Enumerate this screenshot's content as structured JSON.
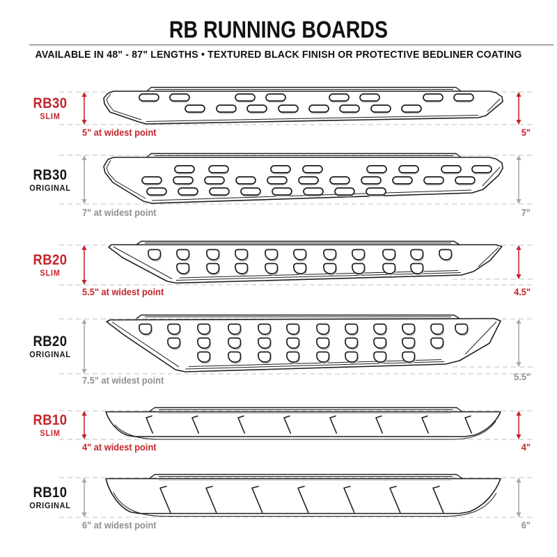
{
  "header": {
    "title": "RB RUNNING BOARDS",
    "subtitle": "AVAILABLE IN 48\" - 87\" LENGTHS   •   TEXTURED BLACK FINISH OR PROTECTIVE BEDLINER COATING"
  },
  "colors": {
    "slim_red": "#c4242b",
    "original_gray": "#a9a9a9",
    "caption_gray": "#8f8f8f",
    "ink_black": "#1d1d1d",
    "dash_gray": "#cdcdcd"
  },
  "rows": [
    {
      "model": "RB30",
      "variant": "SLIM",
      "widest": "5\" at widest point",
      "height_label": "5\""
    },
    {
      "model": "RB30",
      "variant": "ORIGINAL",
      "widest": "7\" at widest point",
      "height_label": "7\""
    },
    {
      "model": "RB20",
      "variant": "SLIM",
      "widest": "5.5\" at widest point",
      "height_label": "4.5\""
    },
    {
      "model": "RB20",
      "variant": "ORIGINAL",
      "widest": "7.5\" at widest point",
      "height_label": "5.5\""
    },
    {
      "model": "RB10",
      "variant": "SLIM",
      "widest": "4\" at widest point",
      "height_label": "4\""
    },
    {
      "model": "RB10",
      "variant": "ORIGINAL",
      "widest": "6\" at widest point",
      "height_label": "6\""
    }
  ]
}
